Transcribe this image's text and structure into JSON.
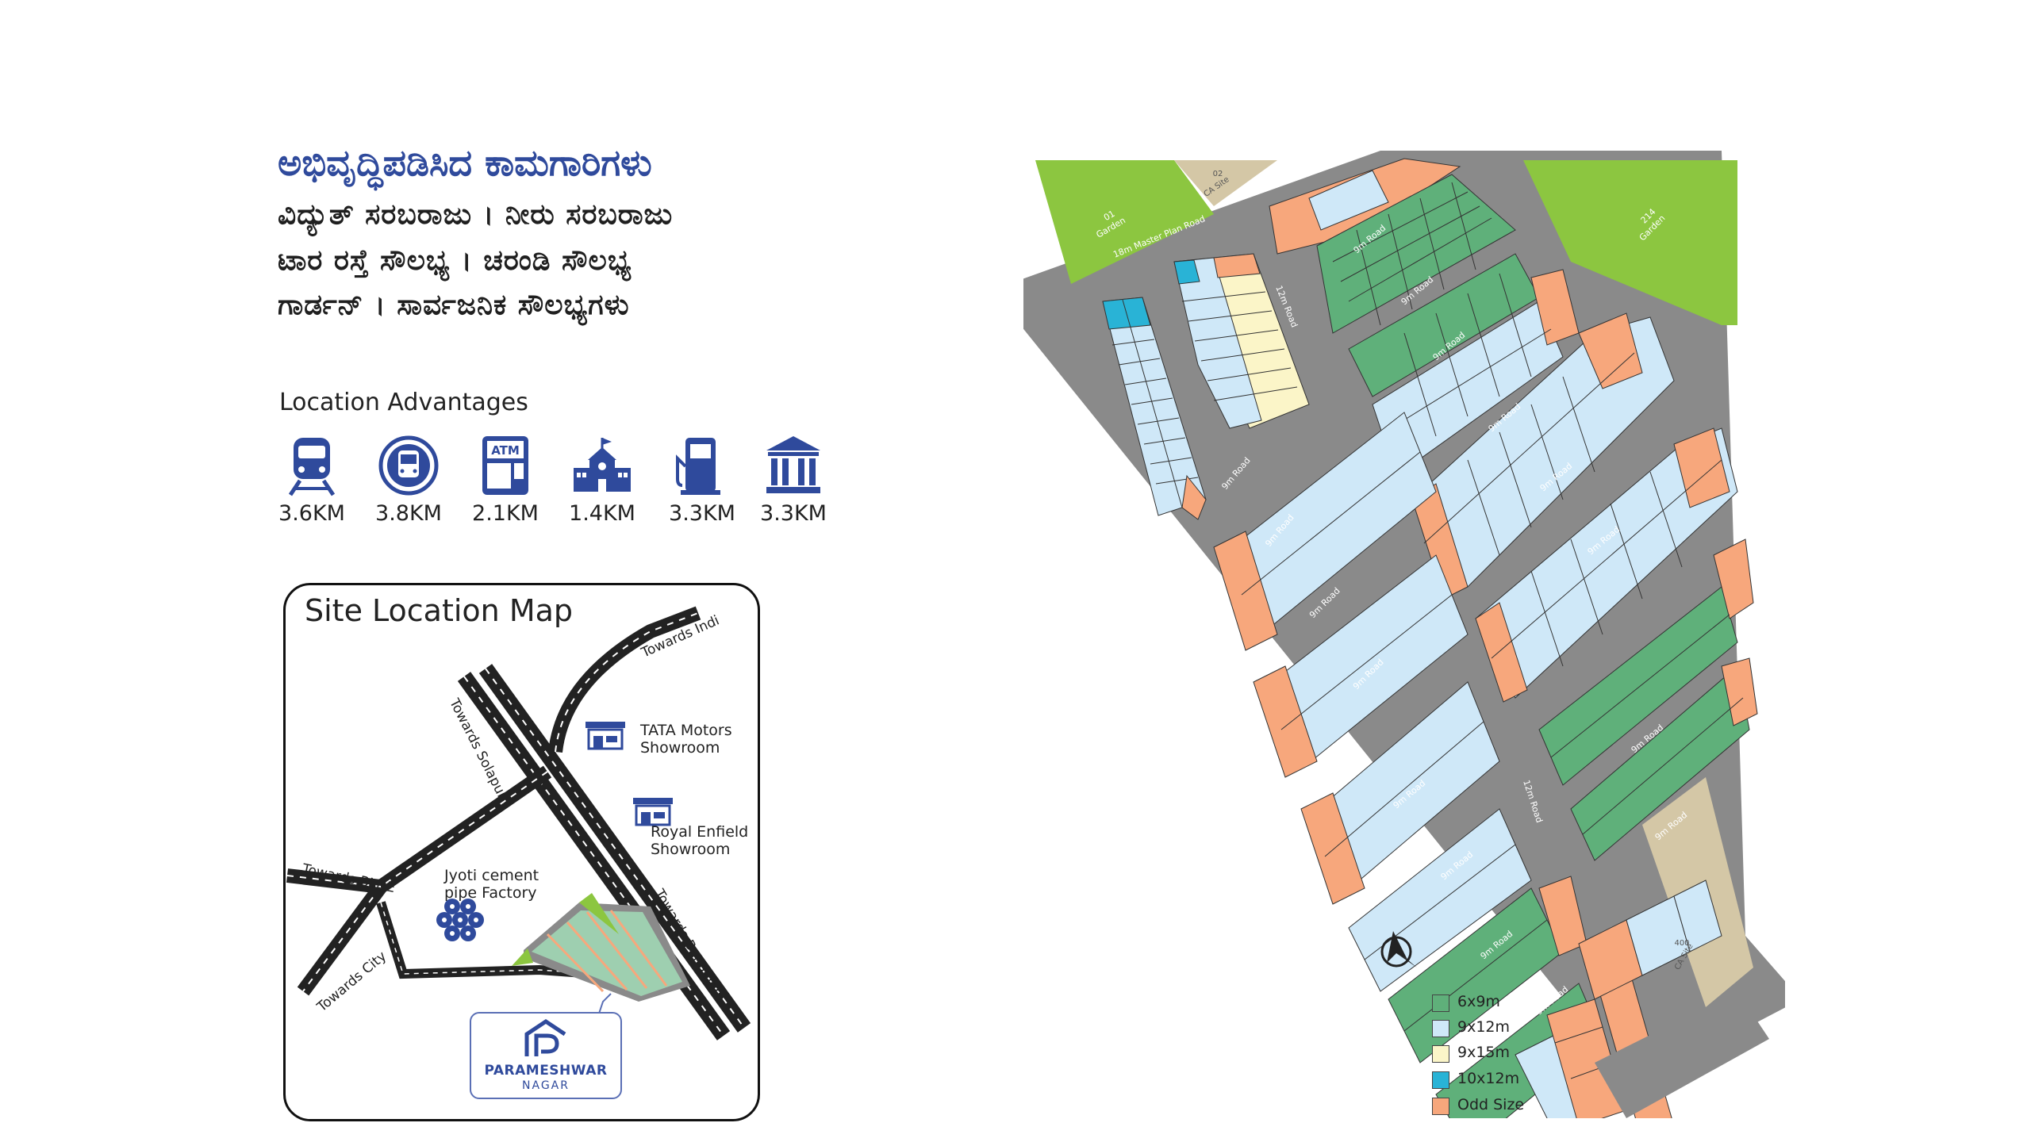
{
  "header": {
    "title": "ಅಭಿವೃದ್ಧಿಪಡಿಸಿದ ಕಾಮಗಾರಿಗಳು",
    "lines": [
      "ವಿದ್ಯುತ್ ಸರಬರಾಜು । ನೀರು ಸರಬರಾಜು",
      "ಟಾರ ರಸ್ತೆ ಸೌಲಭ್ಯ । ಚರಂಡಿ ಸೌಲಭ್ಯ",
      "ಗಾರ್ಡನ್ । ಸಾರ್ವಜನಿಕ ಸೌಲಭ್ಯಗಳು"
    ]
  },
  "location": {
    "heading": "Location Advantages",
    "items": [
      {
        "icon": "train-icon",
        "distance": "3.6KM"
      },
      {
        "icon": "bus-icon",
        "distance": "3.8KM"
      },
      {
        "icon": "atm-icon",
        "distance": "2.1KM"
      },
      {
        "icon": "school-icon",
        "distance": "1.4KM"
      },
      {
        "icon": "fuel-pump-icon",
        "distance": "3.3KM"
      },
      {
        "icon": "bank-icon",
        "distance": "3.3KM"
      }
    ],
    "icon_color": "#2f4a9c"
  },
  "site_map": {
    "title": "Site Location Map",
    "roads": {
      "indi": "Towards Indi",
      "solapur": "Towards Solapur",
      "blde": "Towards BLDE",
      "city": "Towards City",
      "bangalore": "Towards Bangalore"
    },
    "pois": {
      "tata": "TATA Motors\nShowroom",
      "royal": "Royal Enfield\nShowroom",
      "jyoti": "Jyoti cement\npipe Factory"
    },
    "brand": {
      "name": "PARAMESHWAR",
      "sub": "NAGAR"
    }
  },
  "plan": {
    "gardens": [
      {
        "num": "01",
        "label": "Garden"
      },
      {
        "num": "214",
        "label": "Garden"
      }
    ],
    "ca_sites": [
      {
        "num": "02",
        "label": "CA Site"
      },
      {
        "num": "400",
        "label": "CA Site"
      }
    ],
    "roads": {
      "master": "18m Master Plan Road",
      "twelve": "12m Road",
      "nine": "9m Road"
    }
  },
  "legend": [
    {
      "label": "6x9m",
      "color": "#5fb07a"
    },
    {
      "label": "9x12m",
      "color": "#cfe8f8"
    },
    {
      "label": "9x15m",
      "color": "#fbf5c8"
    },
    {
      "label": "10x12m",
      "color": "#29b3d6"
    },
    {
      "label": "Odd Size",
      "color": "#f7a77c"
    }
  ],
  "colors": {
    "road": "#8a8a8a",
    "garden": "#8cc640",
    "ca_site": "#d4c7a6",
    "odd": "#f7a77c",
    "blue": "#cfe8f8",
    "green": "#5fb07a"
  }
}
